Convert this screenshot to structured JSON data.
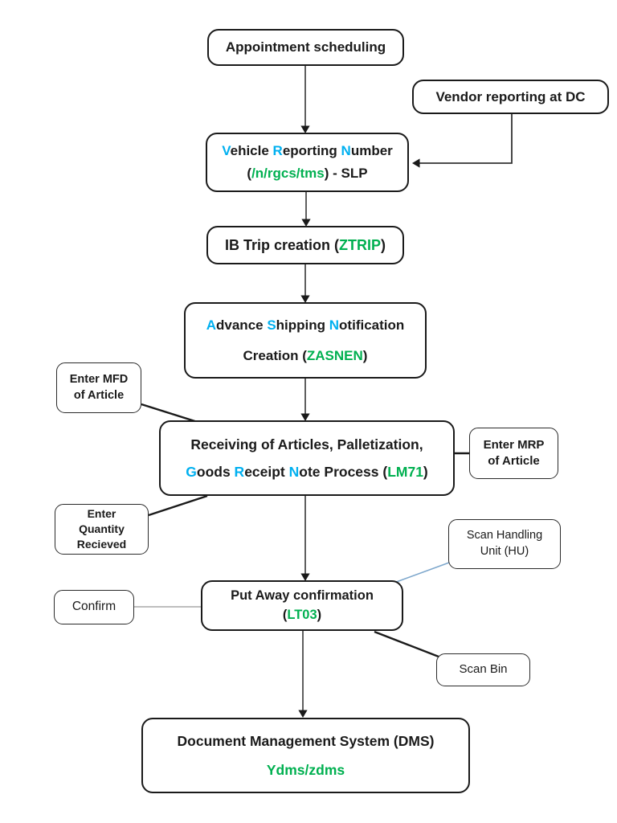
{
  "palette": {
    "accent_blue": "#00B0F0",
    "accent_green": "#00B050",
    "connector_dark": "#4d4d4d",
    "connector_black": "#1a1a1a",
    "connector_gray": "#a9a9a9",
    "connector_steelblue": "#7da7cc"
  },
  "flow": {
    "appointment": {
      "label": "Appointment scheduling"
    },
    "vendor": {
      "label": "Vendor reporting at DC"
    },
    "vrn": {
      "line1": [
        {
          "text": "V",
          "color": "blue"
        },
        {
          "text": "ehicle ",
          "color": "black"
        },
        {
          "text": "R",
          "color": "blue"
        },
        {
          "text": "eporting ",
          "color": "black"
        },
        {
          "text": "N",
          "color": "blue"
        },
        {
          "text": "umber",
          "color": "black"
        }
      ],
      "line2": [
        {
          "text": "(",
          "color": "black"
        },
        {
          "text": "/n/rgcs/tms",
          "color": "green"
        },
        {
          "text": ") - SLP",
          "color": "black"
        }
      ]
    },
    "ib_trip": {
      "segments": [
        {
          "text": "IB Trip creation (",
          "color": "black"
        },
        {
          "text": "ZTRIP",
          "color": "green"
        },
        {
          "text": ")",
          "color": "black"
        }
      ]
    },
    "asn": {
      "line1": [
        {
          "text": "A",
          "color": "blue"
        },
        {
          "text": "dvance ",
          "color": "black"
        },
        {
          "text": "S",
          "color": "blue"
        },
        {
          "text": "hipping ",
          "color": "black"
        },
        {
          "text": "N",
          "color": "blue"
        },
        {
          "text": "otification",
          "color": "black"
        }
      ],
      "line2": [
        {
          "text": "Creation (",
          "color": "black"
        },
        {
          "text": "ZASNEN",
          "color": "green"
        },
        {
          "text": ")",
          "color": "black"
        }
      ]
    },
    "receiving": {
      "line1": [
        {
          "text": "Receiving of Articles, Palletization,",
          "color": "black"
        }
      ],
      "line2": [
        {
          "text": "G",
          "color": "blue"
        },
        {
          "text": "oods ",
          "color": "black"
        },
        {
          "text": "R",
          "color": "blue"
        },
        {
          "text": "eceipt ",
          "color": "black"
        },
        {
          "text": "N",
          "color": "blue"
        },
        {
          "text": "ote Process (",
          "color": "black"
        },
        {
          "text": "LM71",
          "color": "green"
        },
        {
          "text": ")",
          "color": "black"
        }
      ]
    },
    "putaway": {
      "line1": [
        {
          "text": "Put Away confirmation",
          "color": "black"
        }
      ],
      "line2": [
        {
          "text": "(",
          "color": "black"
        },
        {
          "text": "LT03",
          "color": "green"
        },
        {
          "text": ")",
          "color": "black"
        }
      ]
    },
    "dms": {
      "line1": [
        {
          "text": "Document Management System (DMS)",
          "color": "black"
        }
      ],
      "line2": [
        {
          "text": "Ydms/zdms",
          "color": "green"
        }
      ]
    },
    "side_notes": {
      "enter_mfd": "Enter MFD\nof Article",
      "enter_mrp": "Enter MRP\nof Article",
      "enter_qty": "Enter\nQuantity\nRecieved",
      "scan_hu": "Scan Handling\nUnit (HU)",
      "confirm": "Confirm",
      "scan_bin": "Scan Bin"
    }
  }
}
